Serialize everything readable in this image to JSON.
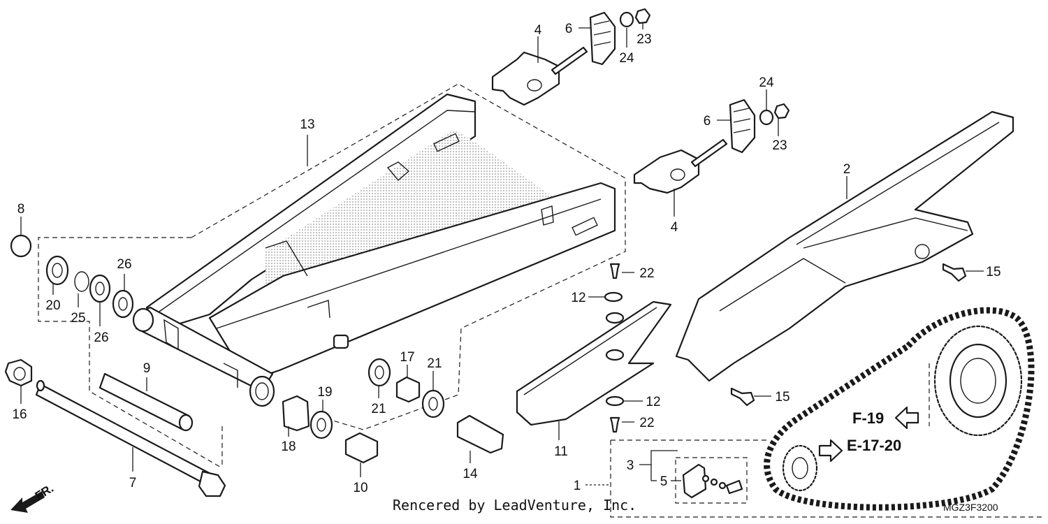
{
  "diagram": {
    "callouts": {
      "p1": "1",
      "p2": "2",
      "p3": "3",
      "p4a": "4",
      "p4b": "4",
      "p5": "5",
      "p6a": "6",
      "p6b": "6",
      "p7": "7",
      "p8": "8",
      "p9": "9",
      "p10": "10",
      "p11": "11",
      "p12a": "12",
      "p12b": "12",
      "p13": "13",
      "p14": "14",
      "p15a": "15",
      "p15b": "15",
      "p16": "16",
      "p17": "17",
      "p18": "18",
      "p19": "19",
      "p20": "20",
      "p21a": "21",
      "p21b": "21",
      "p22a": "22",
      "p22b": "22",
      "p23a": "23",
      "p23b": "23",
      "p24a": "24",
      "p24b": "24",
      "p25": "25",
      "p26a": "26",
      "p26b": "26"
    },
    "refs": {
      "f19": "F-19",
      "e1720": "E-17-20"
    },
    "direction_label": "FR.",
    "credit": "Rencered by LeadVenture, Inc.",
    "diagram_code": "MGZ3F3200"
  }
}
